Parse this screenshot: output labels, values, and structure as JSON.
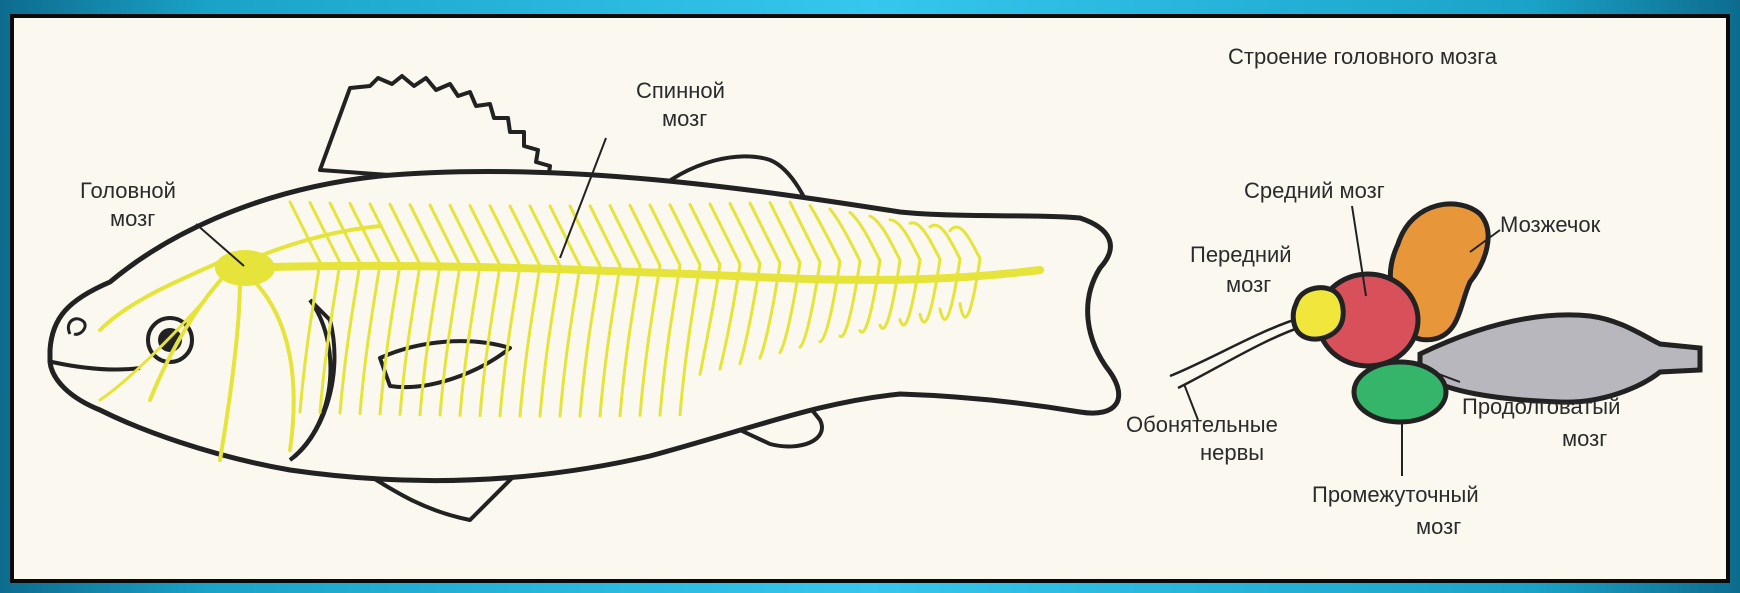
{
  "title": "Строение головного мозга",
  "fish_labels": {
    "spinal": [
      "Спинной",
      "мозг"
    ],
    "head": [
      "Головной",
      "мозг"
    ]
  },
  "brain_labels": {
    "midbrain": "Средний мозг",
    "cerebellum": "Мозжечок",
    "forebrain": [
      "Передний",
      "мозг"
    ],
    "olfactory": [
      "Обонятельные",
      "нервы"
    ],
    "medulla": [
      "Продолговатый",
      "мозг"
    ],
    "diencephalon": [
      "Промежуточный",
      "мозг"
    ]
  },
  "colors": {
    "nerves": "#e6e43a",
    "forebrain": "#f0e63c",
    "midbrain": "#d8505a",
    "cerebellum": "#e8963a",
    "diencephalon": "#34b56a",
    "medulla": "#b7b7bd",
    "outline": "#222222",
    "frame": "#35c7ee"
  }
}
